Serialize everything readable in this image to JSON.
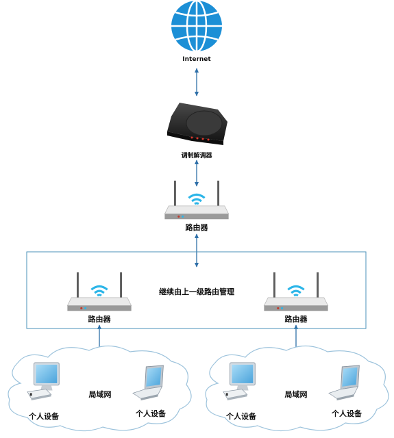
{
  "nodes": {
    "internet": "Internet",
    "modem": "调制解调器",
    "main_router": "路由器",
    "group_label": "继续由上一级路由管理",
    "left_router": "路由器",
    "right_router": "路由器",
    "left_lan": "局域网",
    "right_lan": "局域网",
    "left_desktop": "个人设备",
    "left_laptop": "个人设备",
    "right_desktop": "个人设备",
    "right_laptop": "个人设备"
  },
  "colors": {
    "globe": "#1c8fd6",
    "connector": "#2e6fa8",
    "group_border": "#4a90b8",
    "cloud_border": "#9dc3dc",
    "wifi": "#2bb5e8"
  }
}
